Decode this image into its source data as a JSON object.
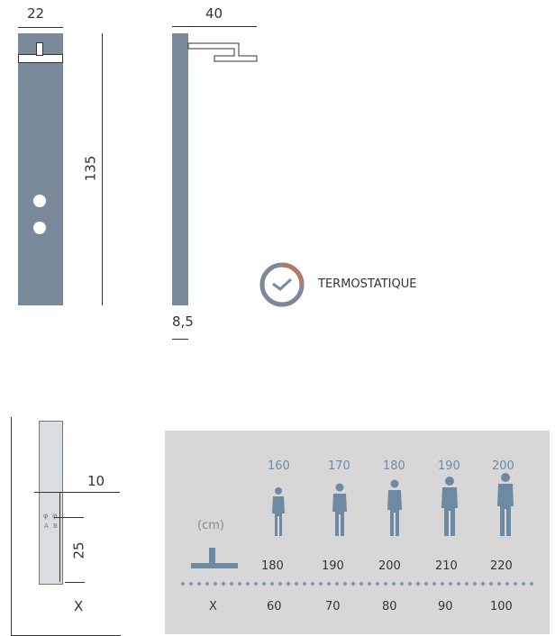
{
  "front_view": {
    "width_label": "22",
    "height_label": "135"
  },
  "side_view": {
    "width_label": "40",
    "depth_label": "8,5"
  },
  "feature": {
    "label": "TERMOSTATIQUE",
    "icon": "thermostat-clock-icon",
    "accent": "#b07a66",
    "ring": "#7a8a9b"
  },
  "install_view": {
    "top_label": "10",
    "mid_label": "25",
    "bottom_label": "X",
    "valve_labels": [
      "A",
      "B"
    ]
  },
  "height_table": {
    "unit_label": "(cm)",
    "row_label": "X",
    "person_heights": [
      "160",
      "170",
      "180",
      "190",
      "200"
    ],
    "shower_heights": [
      "180",
      "190",
      "200",
      "210",
      "220"
    ],
    "x_values": [
      "60",
      "70",
      "80",
      "90",
      "100"
    ]
  },
  "colors": {
    "panel": "#7a8a9b",
    "table_bg": "#d7d7d7",
    "figure": "#6e8aa3",
    "dots": "#7f96ad"
  }
}
